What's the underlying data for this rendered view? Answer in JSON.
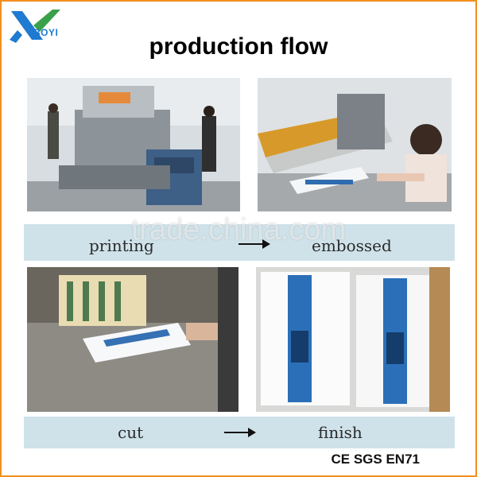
{
  "brand": {
    "name": "BOYI",
    "accent": "#f2901e",
    "logo_blue": "#1f7ad1",
    "logo_green": "#3aa04a"
  },
  "title": "production flow",
  "steps": {
    "printing": "printing",
    "embossed": "embossed",
    "cut": "cut",
    "finish": "finish"
  },
  "watermark": "trade.china.com",
  "certifications": "CE SGS EN71",
  "icons": [
    "arrow-right-icon",
    "logo-icon"
  ],
  "colors": {
    "band": "#cfe2ea",
    "frame": "#f2901e"
  }
}
